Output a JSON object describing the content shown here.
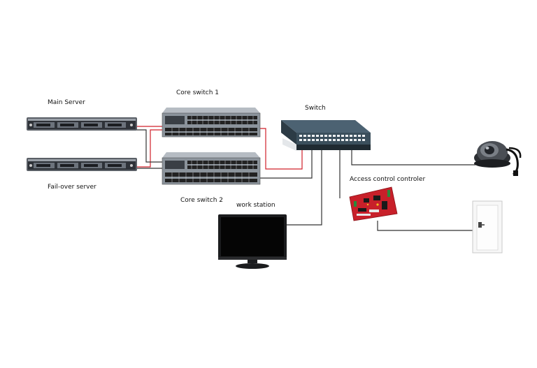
{
  "labels": {
    "main_server": "Main Server",
    "failover_server": "Fail-over server",
    "core_switch_1": "Core switch 1",
    "core_switch_2": "Core switch 2",
    "switch": "Switch",
    "work_station": "work station",
    "access_control": "Access control controler"
  },
  "colors": {
    "red_link": "#d0202a",
    "dark_link": "#333333",
    "switch_body": "#3b4f5c",
    "board_red": "#c8202a"
  }
}
